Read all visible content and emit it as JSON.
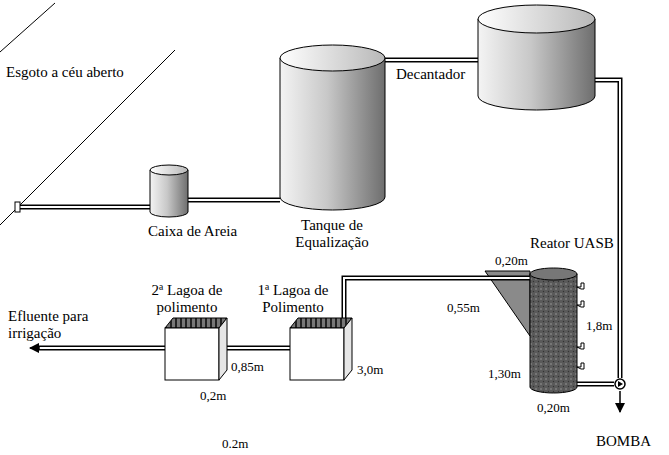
{
  "diagram": {
    "nodes": [
      {
        "text": [
          "Caixa de Areia"
        ]
      },
      {
        "text": [
          "Tanque de Equalização"
        ]
      },
      {
        "text": [
          "Decantador"
        ]
      },
      {
        "text": [
          "Reator UASB"
        ]
      },
      {
        "text": [
          "BOMBA"
        ]
      },
      {
        "text": [
          "1ª Lagoa de Polimento"
        ]
      },
      {
        "text": [
          "2ª Lagoa de polimento"
        ]
      }
    ],
    "edges": [
      {
        "from": 0,
        "to": 1,
        "arrow": "none"
      },
      {
        "from": 1,
        "to": 2,
        "arrow": "none"
      },
      {
        "from": 2,
        "to": 4,
        "arrow": "none"
      },
      {
        "from": 4,
        "to": 3,
        "arrow": "none"
      },
      {
        "from": 3,
        "to": 5,
        "arrow": "none"
      },
      {
        "from": 5,
        "to": 6,
        "arrow": "none"
      }
    ],
    "labels": [
      "Esgoto a céu aberto",
      "Efluente para irrigação",
      "0,20m",
      "0,55m",
      "1,8m",
      "1,30m",
      "0,20m",
      "0,85m",
      "3,0m",
      "0,2m",
      "0.2m"
    ]
  }
}
